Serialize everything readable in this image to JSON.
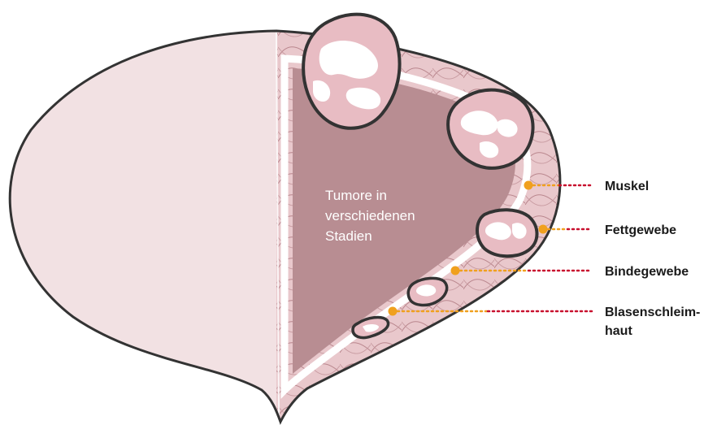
{
  "center_text": [
    "Tumore in",
    "verschiedenen",
    "Stadien"
  ],
  "labels": [
    {
      "id": "muskel",
      "lines": [
        "Muskel"
      ]
    },
    {
      "id": "fettgewebe",
      "lines": [
        "Fettgewebe"
      ]
    },
    {
      "id": "bindegewebe",
      "lines": [
        "Bindegewebe"
      ]
    },
    {
      "id": "blasenschleimhaut",
      "lines": [
        "Blasenschleim-",
        "haut"
      ]
    }
  ],
  "colors": {
    "outer_fill": "#f2e1e3",
    "wall_fill": "#e9c8cc",
    "lumen_fill": "#b88d92",
    "outline": "#333333",
    "tumor_fill": "#e8bcc3",
    "tumor_spot": "#ffffff",
    "leader_orange": "#f0a01e",
    "leader_red": "#c8102e"
  }
}
